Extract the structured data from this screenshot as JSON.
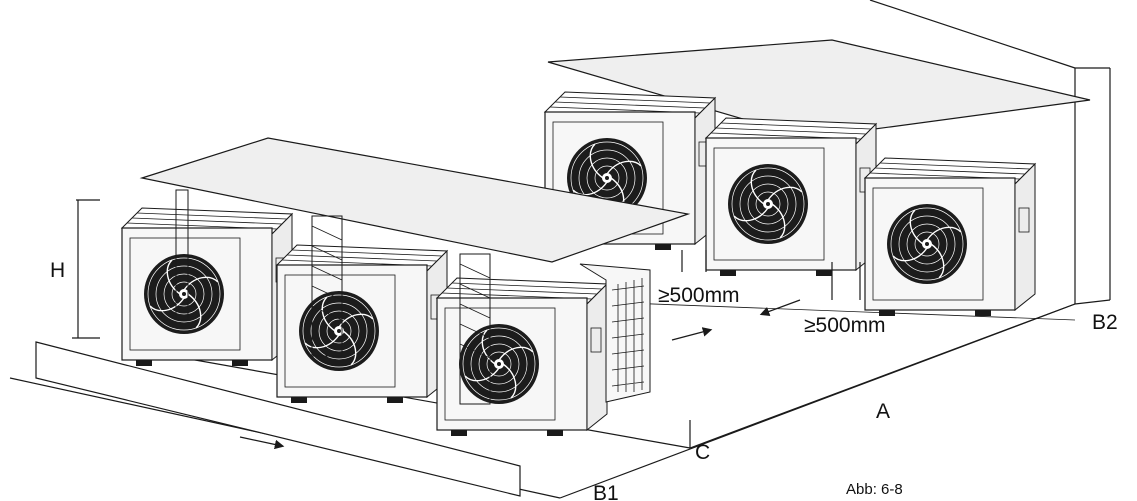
{
  "labels": {
    "height": "H",
    "clearance_left": "≥500mm",
    "clearance_right": "≥500mm",
    "zone_a": "A",
    "zone_b1": "B1",
    "zone_b2": "B2",
    "zone_c": "C"
  },
  "caption": "Abb: 6-8",
  "colors": {
    "line": "#1a1a1a",
    "unit_face": "#f3f3f3",
    "roof": "#efefef",
    "fan": "#1c1c1c"
  },
  "icons": {
    "unit": "outdoor-unit-icon",
    "fan": "fan-icon",
    "arrow": "arrow-icon"
  }
}
